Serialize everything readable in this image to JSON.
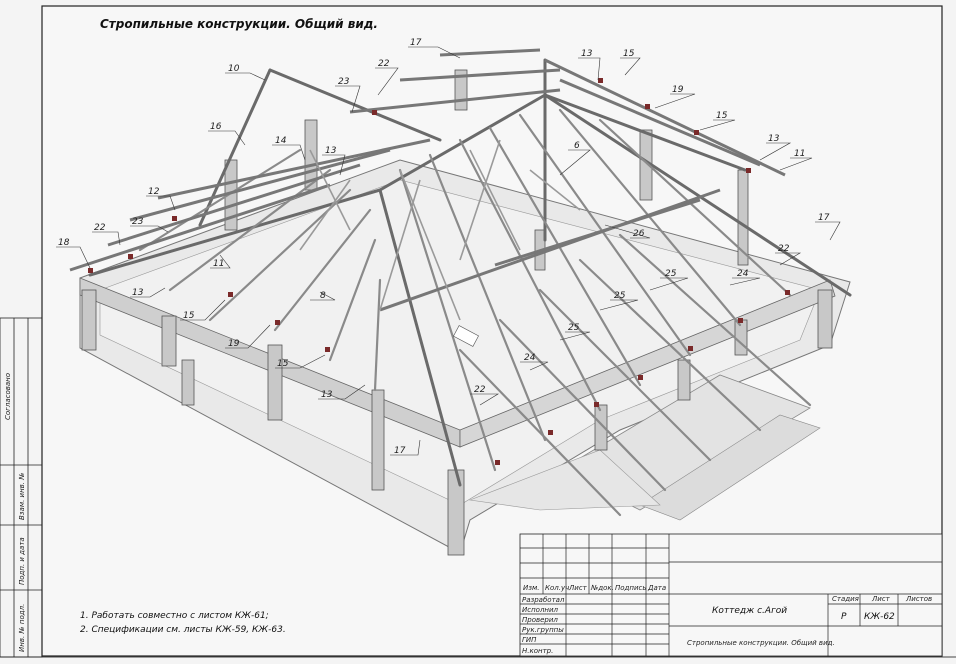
{
  "drawing": {
    "title": "Стропильные конструкции. Общий вид.",
    "notes": [
      "1. Работать совместно с листом КЖ-61;",
      "2. Спецификации см. листы КЖ-59, КЖ-63."
    ],
    "callouts": [
      {
        "id": "c1",
        "text": "17"
      },
      {
        "id": "c2",
        "text": "13"
      },
      {
        "id": "c3",
        "text": "15"
      },
      {
        "id": "c4",
        "text": "10"
      },
      {
        "id": "c5",
        "text": "22"
      },
      {
        "id": "c6",
        "text": "23"
      },
      {
        "id": "c7",
        "text": "19"
      },
      {
        "id": "c8",
        "text": "16"
      },
      {
        "id": "c9",
        "text": "15"
      },
      {
        "id": "c10",
        "text": "14"
      },
      {
        "id": "c11",
        "text": "13"
      },
      {
        "id": "c12",
        "text": "13"
      },
      {
        "id": "c13",
        "text": "11"
      },
      {
        "id": "c14",
        "text": "6"
      },
      {
        "id": "c15",
        "text": "12"
      },
      {
        "id": "c16",
        "text": "23"
      },
      {
        "id": "c17",
        "text": "22"
      },
      {
        "id": "c18",
        "text": "17"
      },
      {
        "id": "c19",
        "text": "18"
      },
      {
        "id": "c20",
        "text": "26"
      },
      {
        "id": "c21",
        "text": "11"
      },
      {
        "id": "c22",
        "text": "22"
      },
      {
        "id": "c23",
        "text": "13"
      },
      {
        "id": "c24",
        "text": "8"
      },
      {
        "id": "c25",
        "text": "25"
      },
      {
        "id": "c26",
        "text": "24"
      },
      {
        "id": "c27",
        "text": "15"
      },
      {
        "id": "c28",
        "text": "25"
      },
      {
        "id": "c29",
        "text": "19"
      },
      {
        "id": "c30",
        "text": "25"
      },
      {
        "id": "c31",
        "text": "15"
      },
      {
        "id": "c32",
        "text": "24"
      },
      {
        "id": "c33",
        "text": "13"
      },
      {
        "id": "c34",
        "text": "22"
      },
      {
        "id": "c35",
        "text": "17"
      }
    ]
  },
  "side_stamp": {
    "agreed": "Согласовано",
    "rows": [
      "Взам. инв. №",
      "Подп. и дата",
      "Инв. № подл."
    ]
  },
  "title_block": {
    "columns": [
      "Изм.",
      "Кол.уч",
      "Лист",
      "№док.",
      "Подпись",
      "Дата"
    ],
    "roles": [
      "Разработал",
      "Исполнил",
      "Проверил",
      "Рук.группы",
      "ГИП",
      "Н.контр."
    ],
    "project": "Коттедж с.Агой",
    "sheet_title": "Стропильные конструкции. Общий вид.",
    "stage_label": "Стадия",
    "sheet_label": "Лист",
    "sheets_label": "Листов",
    "stage": "Р",
    "sheet": "КЖ-62",
    "sheets": ""
  }
}
